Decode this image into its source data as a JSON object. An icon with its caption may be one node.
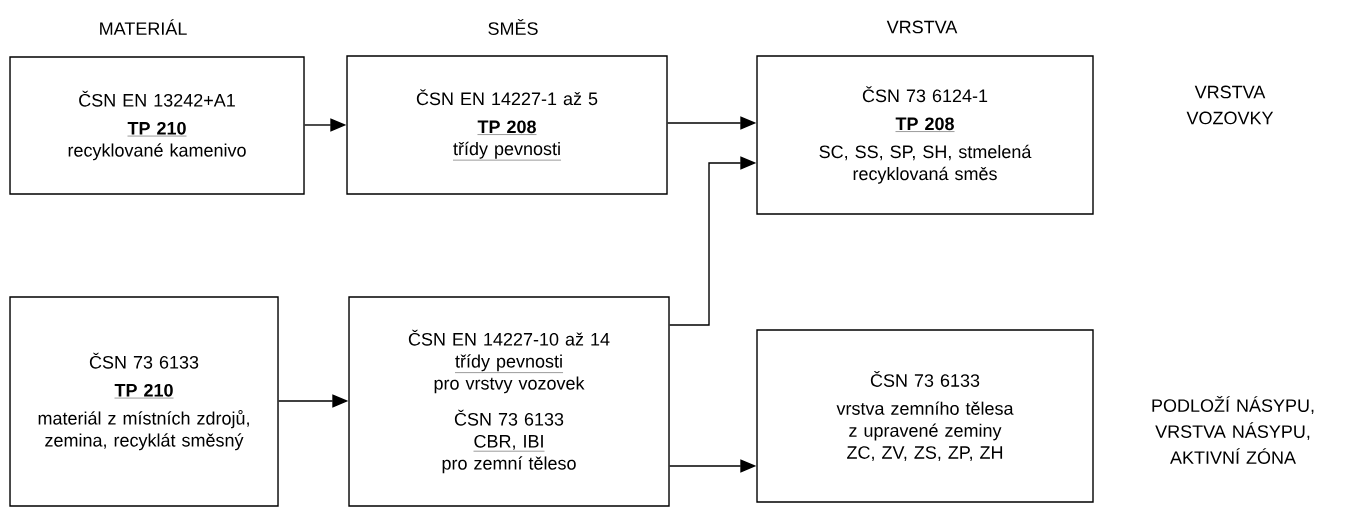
{
  "diagram": {
    "nodes": [
      {
        "text": [
          "ČSN EN 13242+A1",
          "TP 210",
          "recyklované kamenivo"
        ]
      },
      {
        "text": [
          "ČSN EN 14227-1 až 5",
          "TP 208",
          "třídy pevnosti"
        ]
      },
      {
        "text": [
          "ČSN 73 6124-1",
          "TP 208",
          "SC, SS, SP, SH, stmelená recyklovaná směs"
        ]
      },
      {
        "text": [
          "ČSN 73 6133",
          "TP 210",
          "materiál z místních zdrojů, zemina, recyklát směsný"
        ]
      },
      {
        "text": [
          "ČSN EN 14227-10 až 14",
          "třídy pevnosti",
          "pro vrstvy vozovek",
          "ČSN 73 6133",
          "CBR, IBI",
          "pro zemní těleso"
        ]
      },
      {
        "text": [
          "ČSN 73 6133",
          "vrstva zemního tělesa z upravené zeminy",
          "ZC, ZV, ZS, ZP, ZH"
        ]
      }
    ],
    "edges": [
      {
        "from": 0,
        "to": 1,
        "arrow": "to"
      },
      {
        "from": 1,
        "to": 2,
        "arrow": "to"
      },
      {
        "from": 3,
        "to": 4,
        "arrow": "to"
      },
      {
        "from": 4,
        "to": 2,
        "arrow": "to"
      },
      {
        "from": 4,
        "to": 5,
        "arrow": "to"
      }
    ],
    "labels": [
      "MATERIÁL",
      "SMĚS",
      "VRSTVA",
      "VRSTVA VOZOVKY",
      "PODLOŽÍ NÁSYPU, VRSTVA NÁSYPU, AKTIVNÍ ZÓNA"
    ]
  }
}
